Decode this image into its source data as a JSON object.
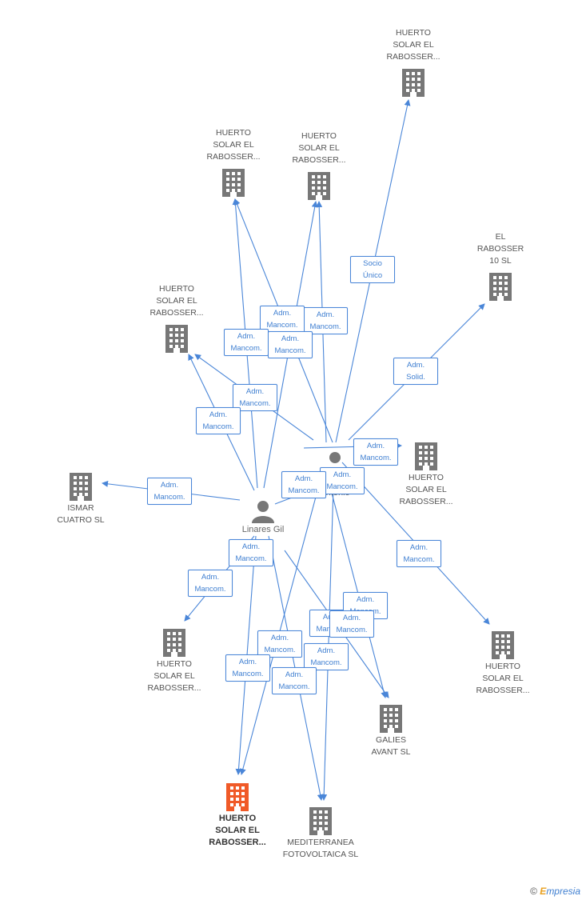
{
  "colors": {
    "edge": "#4a86d8",
    "building": "#777777",
    "building_main": "#f05a28",
    "person": "#777777"
  },
  "companies": [
    {
      "id": "c1",
      "label": "HUERTO\nSOLAR EL\nRABOSSER...",
      "main": false,
      "icon": "building-icon"
    },
    {
      "id": "c2",
      "label": "HUERTO\nSOLAR EL\nRABOSSER...",
      "main": false,
      "icon": "building-icon"
    },
    {
      "id": "c3",
      "label": "HUERTO\nSOLAR EL\nRABOSSER...",
      "main": false,
      "icon": "building-icon"
    },
    {
      "id": "c4",
      "label": "EL\nRABOSSER\n10  SL",
      "main": false,
      "icon": "building-icon"
    },
    {
      "id": "c5",
      "label": "HUERTO\nSOLAR EL\nRABOSSER...",
      "main": false,
      "icon": "building-icon"
    },
    {
      "id": "c6",
      "label": "ISMAR\nCUATRO SL",
      "main": false,
      "icon": "building-icon"
    },
    {
      "id": "c7",
      "label": "HUERTO\nSOLAR EL\nRABOSSER...",
      "main": false,
      "icon": "building-icon"
    },
    {
      "id": "c8",
      "label": "HUERTO\nSOLAR EL\nRABOSSER...",
      "main": false,
      "icon": "building-icon"
    },
    {
      "id": "c9",
      "label": "HUERTO\nSOLAR EL\nRABOSSER...",
      "main": false,
      "icon": "building-icon"
    },
    {
      "id": "c10",
      "label": "GALIES\nAVANT SL",
      "main": false,
      "icon": "building-icon"
    },
    {
      "id": "c11",
      "label": "HUERTO\nSOLAR EL\nRABOSSER...",
      "main": true,
      "icon": "building-icon"
    },
    {
      "id": "c12",
      "label": "MEDITERRANEA\nFOTOVOLTAICA SL",
      "main": false,
      "icon": "building-icon"
    }
  ],
  "persons": [
    {
      "id": "p1",
      "label": "Espeleta\nAntonio",
      "icon": "person-icon"
    },
    {
      "id": "p2",
      "label": "Linares Gil\n...o",
      "icon": "person-icon"
    }
  ],
  "edge_labels": [
    {
      "id": "e1",
      "text": "Socio\nÚnico"
    },
    {
      "id": "e2",
      "text": "Adm.\nSolid."
    },
    {
      "id": "e3",
      "text": "Adm.\nMancom."
    },
    {
      "id": "e4",
      "text": "Adm.\nMancom."
    },
    {
      "id": "e5",
      "text": "Adm.\nMancom."
    },
    {
      "id": "e6",
      "text": "Adm.\nMancom."
    },
    {
      "id": "e7",
      "text": "Adm.\nMancom."
    },
    {
      "id": "e8",
      "text": "Adm.\nMancom."
    },
    {
      "id": "e9",
      "text": "Adm.\nMancom."
    },
    {
      "id": "e10",
      "text": "Adm.\nMancom."
    },
    {
      "id": "e11",
      "text": "Adm.\nMancom."
    },
    {
      "id": "e12",
      "text": "Adm.\nMancom."
    },
    {
      "id": "e13",
      "text": "Adm.\nMancom."
    },
    {
      "id": "e14",
      "text": "Adm.\nMancom."
    },
    {
      "id": "e15",
      "text": "Adm.\nMancom."
    },
    {
      "id": "e16",
      "text": "Adm.\nMancom."
    },
    {
      "id": "e17",
      "text": "Adm.\nMancom."
    },
    {
      "id": "e18",
      "text": "Adm.\nMancom."
    },
    {
      "id": "e19",
      "text": "Adm.\nMancom."
    },
    {
      "id": "e20",
      "text": "Adm.\nMancom."
    },
    {
      "id": "e21",
      "text": "Adm.\nMancom."
    },
    {
      "id": "e22",
      "text": "Adm.\nMancom."
    }
  ],
  "footer": {
    "copyright": "©",
    "brand_initial": "E",
    "brand_rest": "mpresia"
  }
}
